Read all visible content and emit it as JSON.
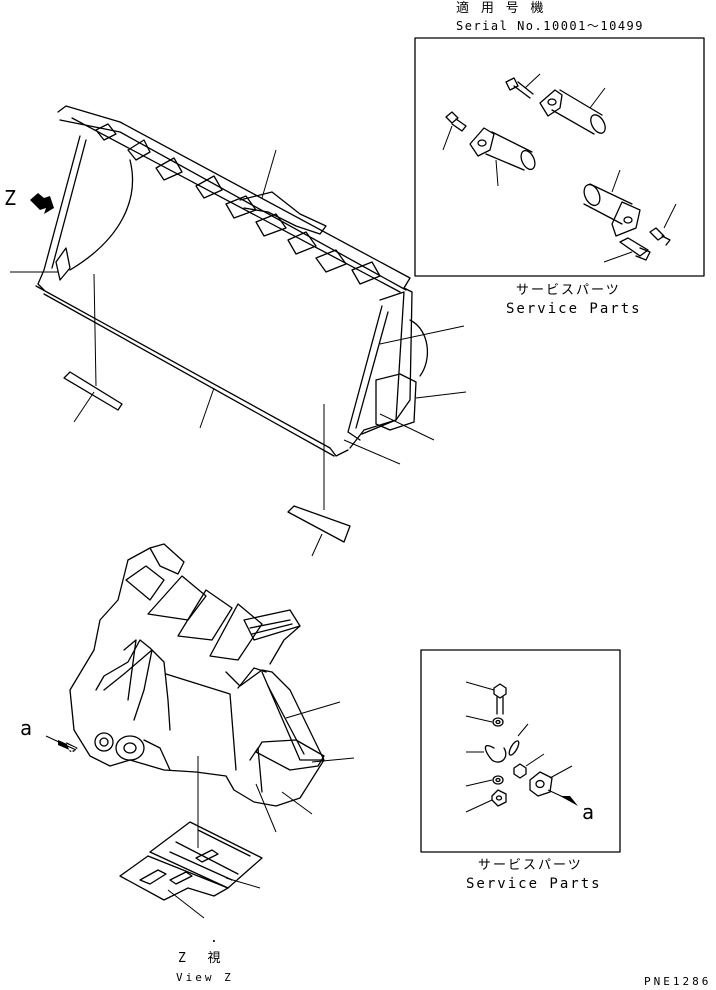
{
  "upper_box": {
    "title_jp": "適 用 号 機",
    "serial": "Serial No.10001～10499",
    "caption_jp": "サービスパーツ",
    "caption_en": "Service Parts"
  },
  "lower_box": {
    "caption_jp": "サービスパーツ",
    "caption_en": "Service Parts",
    "arrow_label": "a"
  },
  "main_view": {
    "z_label": "Z"
  },
  "view_z": {
    "arrow_label": "a",
    "dot": ".",
    "caption_jp": "Z  視",
    "caption_en": "View Z"
  },
  "drawing_number": "PNE1286"
}
